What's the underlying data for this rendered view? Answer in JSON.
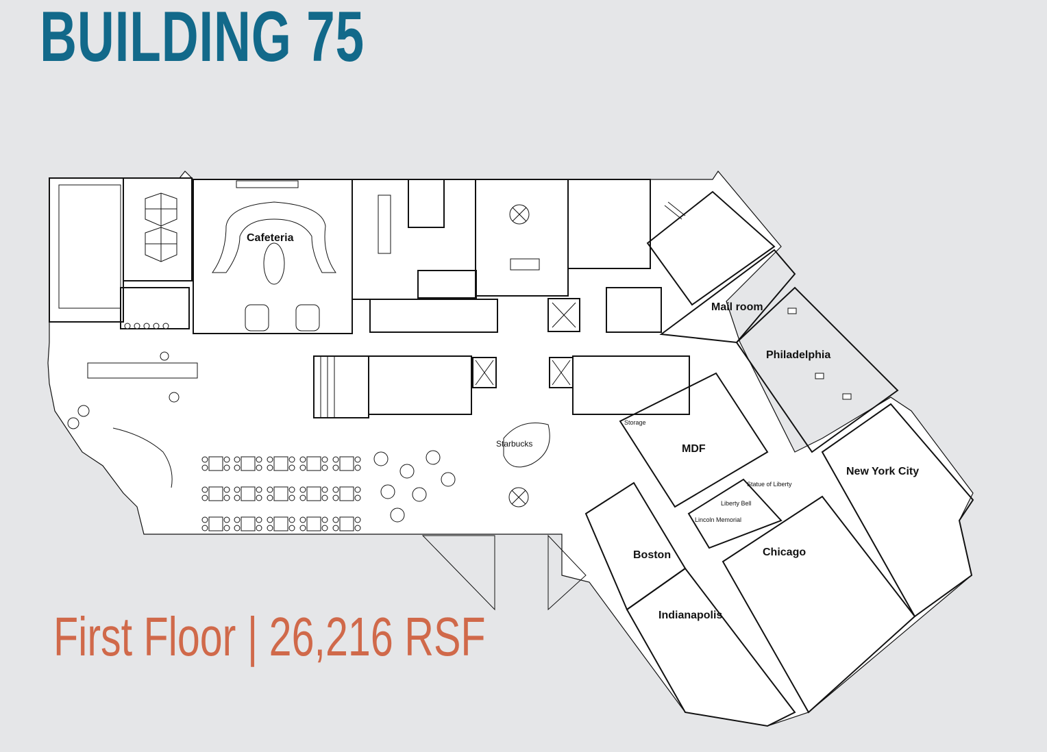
{
  "header": {
    "title": "BUILDING 75",
    "title_color": "#12698a"
  },
  "footer": {
    "floor_info": "First Floor | 26,216 RSF",
    "floor_color": "#d0694a"
  },
  "map": {
    "rooms": {
      "cafeteria": "Cafeteria",
      "mail_room": "Mail room",
      "philadelphia": "Philadelphia",
      "new_york": "New York City",
      "mdf": "MDF",
      "storage": "Storage",
      "starbucks": "Starbucks",
      "boston": "Boston",
      "chicago": "Chicago",
      "indianapolis": "Indianapolis",
      "statue_of_liberty": "Statue of Liberty",
      "liberty_bell": "Liberty Bell",
      "lincoln_memorial": "Lincoln Memorial"
    }
  }
}
